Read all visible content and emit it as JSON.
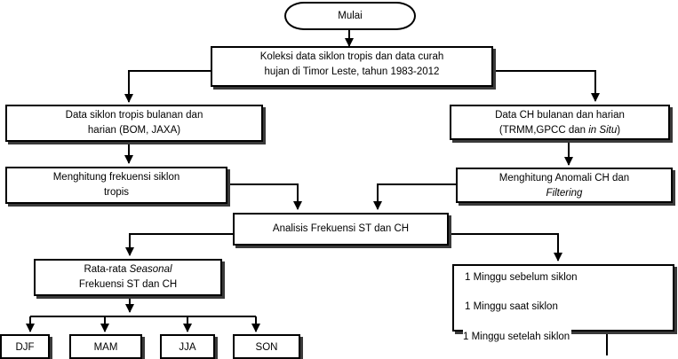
{
  "start": "Mulai",
  "collect": {
    "line1": "Koleksi data siklon tropis dan data curah",
    "line2": "hujan di Timor Leste, tahun 1983-2012"
  },
  "left_data": {
    "line1": "Data siklon tropis bulanan dan",
    "line2": "harian (BOM, JAXA)"
  },
  "right_data": {
    "line1": "Data CH bulanan dan harian",
    "line2_pre": "(TRMM,GPCC dan ",
    "line2_italic": "in Situ",
    "line2_post": ")"
  },
  "left_calc": {
    "line1": "Menghitung frekuensi siklon",
    "line2": "tropis"
  },
  "right_calc": {
    "line1": "Menghitung Anomali CH dan",
    "line2_italic": "Filtering"
  },
  "analysis": "Analisis Frekuensi ST dan CH",
  "seasonal": {
    "line1_pre": "Rata-rata ",
    "line1_italic": "Seasonal",
    "line2": "Frekuensi ST dan CH"
  },
  "seasons": [
    "DJF",
    "MAM",
    "JJA",
    "SON"
  ],
  "weeks": [
    "1 Minggu sebelum siklon",
    "1 Minggu saat siklon",
    "1 Minggu setelah siklon"
  ]
}
